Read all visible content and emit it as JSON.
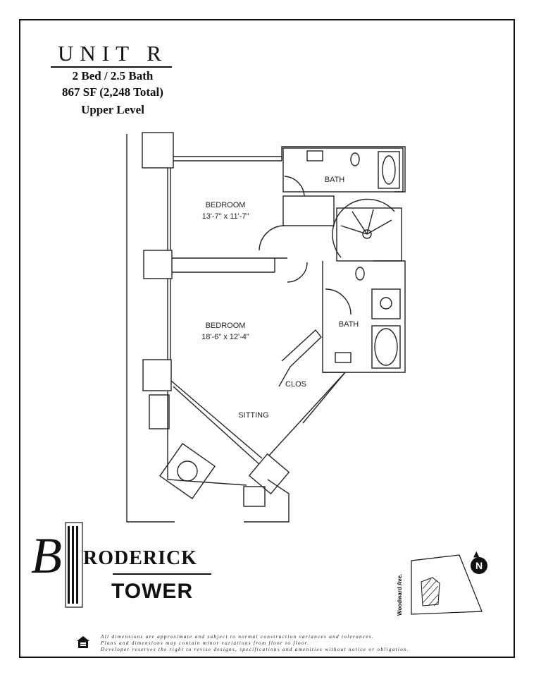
{
  "unit": {
    "title": "UNIT R",
    "beds_baths": "2 Bed / 2.5 Bath",
    "area": "867 SF (2,248 Total)",
    "level": "Upper Level"
  },
  "rooms": {
    "bath_upper": "BATH",
    "bedroom1": "BEDROOM",
    "bedroom1_dims": "13'-7\" x 11'-7\"",
    "bedroom2": "BEDROOM",
    "bedroom2_dims": "18'-6\" x 12'-4\"",
    "bath_lower": "BATH",
    "closet": "CLOS",
    "sitting": "SITTING"
  },
  "brand": {
    "initial": "B",
    "name_rest": "RODERICK",
    "name_second": "TOWER"
  },
  "key_plan": {
    "street": "Woodward Ave.",
    "north": "N"
  },
  "disclaimer": [
    "All dimensions are approximate and subject to normal construction variances and tolerances.",
    "Plans and dimensions may contain minor variations from floor to floor.",
    "Developer reserves the right to revise designs, specifications and amenities without notice or obligation."
  ]
}
